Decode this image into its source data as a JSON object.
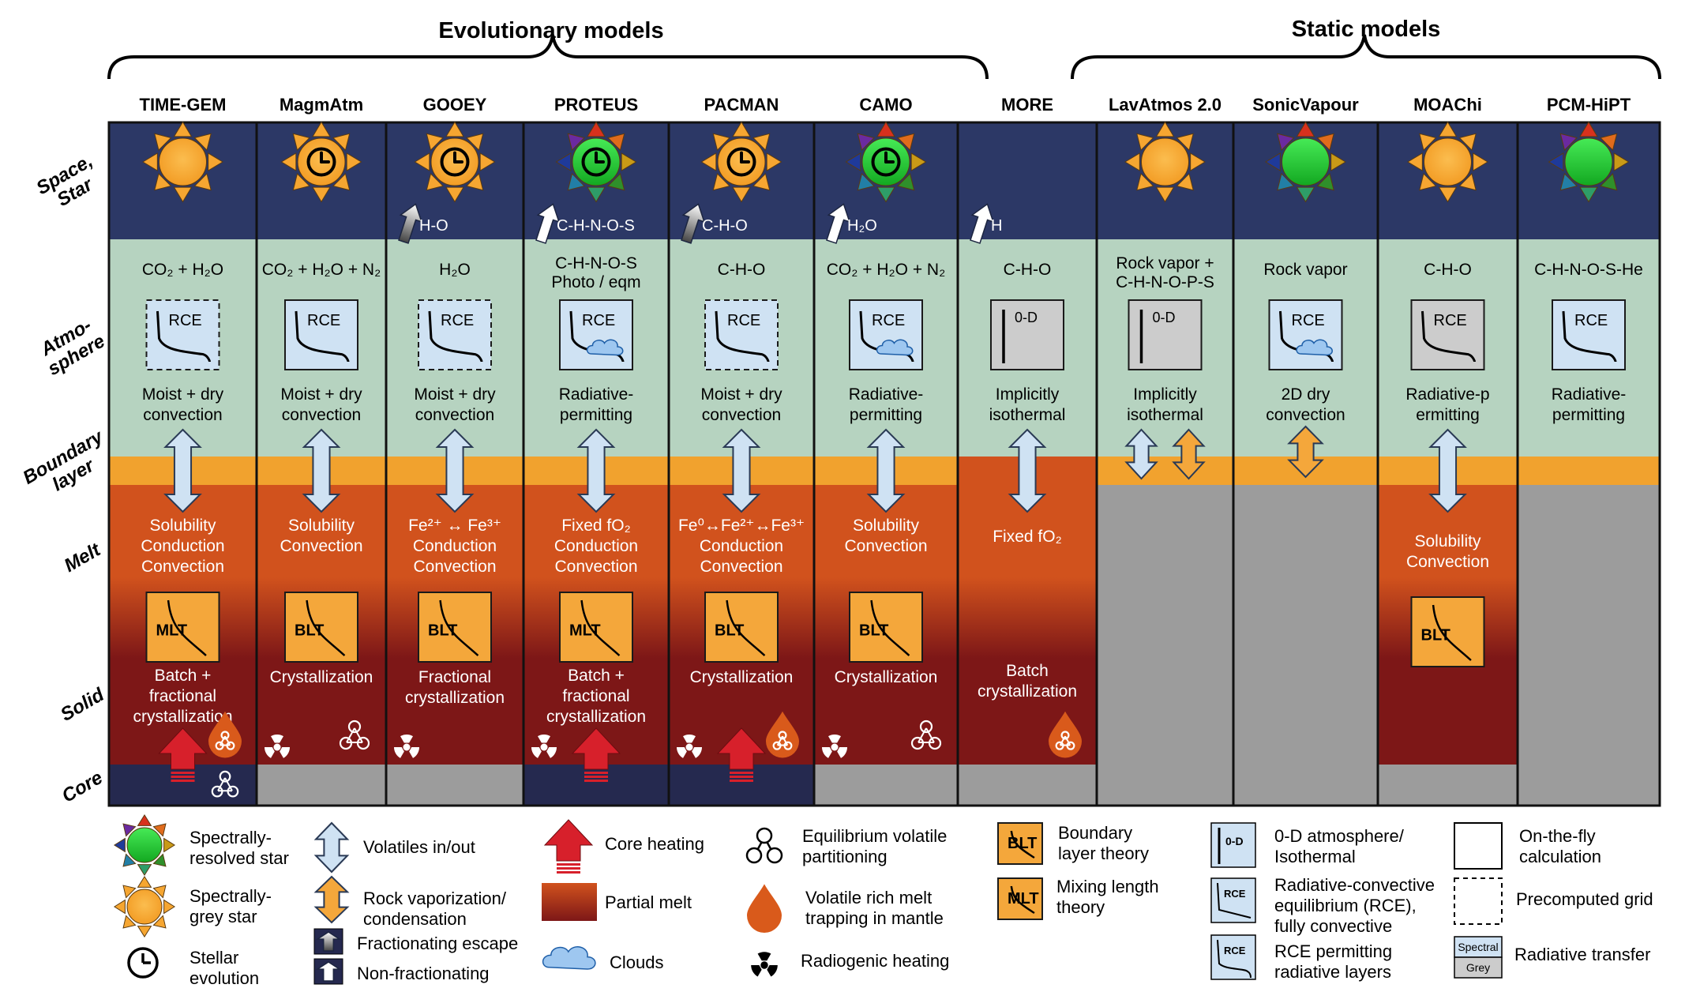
{
  "groups": {
    "evolutionary": "Evolutionary models",
    "static": "Static models"
  },
  "row_labels": {
    "space": [
      "Space,",
      "Star"
    ],
    "atmosphere": [
      "Atmo-",
      "sphere"
    ],
    "boundary": [
      "Boundary",
      "layer"
    ],
    "melt": "Melt",
    "solid": "Solid",
    "core": "Core"
  },
  "colors": {
    "space": "#2c3866",
    "atmosphere": "#b6d3c0",
    "boundary": "#f1a22e",
    "melt": "#d1521d",
    "solid": "#7d1717",
    "core": "#25294f",
    "grey_fill": "#9c9c9c",
    "box_blue": "#cfe2f3",
    "box_grey": "#cccccc",
    "box_orange": "#f4a73b",
    "star_orange": "#f6a631",
    "star_green": "#22c62f",
    "core_heating": "#d7202b"
  },
  "models": [
    {
      "name": "TIME-GEM",
      "star": "grey",
      "clock": false,
      "escape": "",
      "escape_label": "",
      "atm_lines": [
        "CO₂ + H₂O"
      ],
      "rt": "RCE",
      "rt_style": "dashed",
      "rt_fill": "blue",
      "rt_cloud": false,
      "conv_lines": [
        "Moist + dry",
        "convection"
      ],
      "bl": "arrow-blue",
      "melt_lines": [
        "Solubility",
        "Conduction",
        "Convection"
      ],
      "mix": "MLT",
      "solid_lines": [
        "Batch +",
        "fractional",
        "crystallization"
      ],
      "rad": false,
      "eq_solid": true,
      "drop": true,
      "core": "heating",
      "eq_core": true
    },
    {
      "name": "MagmAtm",
      "star": "grey",
      "clock": true,
      "escape": "",
      "escape_label": "",
      "atm_lines": [
        "CO₂ + H₂O + N₂"
      ],
      "rt": "RCE",
      "rt_style": "solid",
      "rt_fill": "blue",
      "rt_cloud": false,
      "conv_lines": [
        "Moist + dry",
        "convection"
      ],
      "bl": "arrow-blue",
      "melt_lines": [
        "Solubility",
        "Convection"
      ],
      "mix": "BLT",
      "solid_lines": [
        "Crystallization"
      ],
      "rad": true,
      "eq_solid": true,
      "drop": false,
      "core": "grey",
      "eq_core": false
    },
    {
      "name": "GOOEY",
      "star": "grey",
      "clock": true,
      "escape": "frac",
      "escape_label": "H-O",
      "atm_lines": [
        "H₂O"
      ],
      "rt": "RCE",
      "rt_style": "dashed",
      "rt_fill": "blue",
      "rt_cloud": false,
      "conv_lines": [
        "Moist + dry",
        "convection"
      ],
      "bl": "arrow-blue",
      "melt_lines": [
        "Fe²⁺ ↔ Fe³⁺",
        "Conduction",
        "Convection"
      ],
      "mix": "BLT",
      "solid_lines": [
        "Fractional",
        "crystallization"
      ],
      "rad": true,
      "eq_solid": false,
      "drop": false,
      "core": "grey",
      "eq_core": false
    },
    {
      "name": "PROTEUS",
      "star": "spectral",
      "clock": true,
      "escape": "non",
      "escape_label": "C-H-N-O-S",
      "atm_lines": [
        "C-H-N-O-S",
        "Photo / eqm"
      ],
      "rt": "RCE",
      "rt_style": "solid",
      "rt_fill": "blue",
      "rt_cloud": true,
      "conv_lines": [
        "Radiative-",
        "permitting"
      ],
      "bl": "arrow-blue",
      "melt_lines": [
        "Fixed fO₂",
        "Conduction",
        "Convection"
      ],
      "mix": "MLT",
      "solid_lines": [
        "Batch +",
        "fractional",
        "crystallization"
      ],
      "rad": true,
      "eq_solid": false,
      "drop": false,
      "core": "heating",
      "eq_core": false
    },
    {
      "name": "PACMAN",
      "star": "grey",
      "clock": true,
      "escape": "frac",
      "escape_label": "C-H-O",
      "atm_lines": [
        "C-H-O"
      ],
      "rt": "RCE",
      "rt_style": "dashed",
      "rt_fill": "blue",
      "rt_cloud": false,
      "conv_lines": [
        "Moist + dry",
        "convection"
      ],
      "bl": "arrow-blue",
      "melt_lines": [
        "Fe⁰↔Fe²⁺↔Fe³⁺",
        "Conduction",
        "Convection"
      ],
      "mix": "BLT",
      "solid_lines": [
        "Crystallization"
      ],
      "rad": true,
      "eq_solid": false,
      "drop": true,
      "core": "heating",
      "eq_core": false
    },
    {
      "name": "CAMO",
      "star": "spectral",
      "clock": true,
      "escape": "non",
      "escape_label": "H₂O",
      "atm_lines": [
        "CO₂ + H₂O + N₂"
      ],
      "rt": "RCE",
      "rt_style": "solid",
      "rt_fill": "blue",
      "rt_cloud": true,
      "conv_lines": [
        "Radiative-",
        "permitting"
      ],
      "bl": "arrow-blue",
      "melt_lines": [
        "Solubility",
        "Convection"
      ],
      "mix": "BLT",
      "solid_lines": [
        "Crystallization"
      ],
      "rad": true,
      "eq_solid": true,
      "drop": false,
      "core": "grey",
      "eq_core": false
    },
    {
      "name": "MORE",
      "star": "none",
      "clock": false,
      "escape": "non",
      "escape_label": "H",
      "atm_lines": [
        "C-H-O"
      ],
      "rt": "0-D",
      "rt_style": "solid",
      "rt_fill": "grey",
      "rt_cloud": false,
      "conv_lines": [
        "Implicitly",
        "isothermal"
      ],
      "bl": "arrow-blue-melt",
      "melt_lines": [
        "Fixed fO₂"
      ],
      "mix": "",
      "solid_lines": [
        "Batch",
        "crystallization"
      ],
      "rad": false,
      "eq_solid": false,
      "drop": true,
      "core": "grey",
      "eq_core": false
    },
    {
      "name": "LavAtmos 2.0",
      "star": "grey",
      "clock": false,
      "escape": "",
      "escape_label": "",
      "atm_lines": [
        "Rock vapor +",
        "C-H-N-O-P-S"
      ],
      "rt": "0-D",
      "rt_style": "solid",
      "rt_fill": "grey",
      "rt_cloud": false,
      "conv_lines": [
        "Implicitly",
        "isothermal"
      ],
      "bl": "both",
      "melt_lines": [],
      "mix": "",
      "solid_lines": [],
      "rad": false,
      "eq_solid": false,
      "drop": false,
      "core": "none",
      "eq_core": false
    },
    {
      "name": "SonicVapour",
      "star": "spectral",
      "clock": false,
      "escape": "",
      "escape_label": "",
      "atm_lines": [
        "Rock vapor"
      ],
      "rt": "RCE",
      "rt_style": "solid",
      "rt_fill": "blue",
      "rt_cloud": true,
      "conv_lines": [
        "2D dry",
        "convection"
      ],
      "bl": "arrow-orange",
      "melt_lines": [],
      "mix": "",
      "solid_lines": [],
      "rad": false,
      "eq_solid": false,
      "drop": false,
      "core": "none",
      "eq_core": false
    },
    {
      "name": "MOAChi",
      "star": "grey",
      "clock": false,
      "escape": "",
      "escape_label": "",
      "atm_lines": [
        "C-H-O"
      ],
      "rt": "RCE",
      "rt_style": "solid",
      "rt_fill": "grey",
      "rt_cloud": false,
      "conv_lines": [
        "Radiative-p",
        "ermitting"
      ],
      "bl": "arrow-blue",
      "melt_lines": [
        "Solubility",
        "Convection"
      ],
      "mix": "BLT",
      "solid_lines": [],
      "rad": false,
      "eq_solid": false,
      "drop": false,
      "core": "grey",
      "eq_core": false
    },
    {
      "name": "PCM-HiPT",
      "star": "spectral",
      "clock": false,
      "escape": "",
      "escape_label": "",
      "atm_lines": [
        "C-H-N-O-S-He"
      ],
      "rt": "RCE",
      "rt_style": "solid",
      "rt_fill": "blue",
      "rt_cloud": false,
      "conv_lines": [
        "Radiative-",
        "permitting"
      ],
      "bl": "none",
      "melt_lines": [],
      "mix": "",
      "solid_lines": [],
      "rad": false,
      "eq_solid": false,
      "drop": false,
      "core": "none",
      "eq_core": false
    }
  ],
  "legend": {
    "spectral_star": [
      "Spectrally-",
      "resolved star"
    ],
    "grey_star": [
      "Spectrally-",
      "grey star"
    ],
    "stellar_evolution": [
      "Stellar",
      "evolution"
    ],
    "volatiles": "Volatiles in/out",
    "rock_vapor": [
      "Rock vaporization/",
      "condensation"
    ],
    "frac_escape": "Fractionating escape",
    "nonfrac_escape": "Non-fractionating",
    "core_heating": "Core heating",
    "partial_melt": "Partial melt",
    "clouds": "Clouds",
    "eq_partition": [
      "Equilibrium volatile",
      "partitioning"
    ],
    "trapping": [
      "Volatile rich melt",
      "trapping in mantle"
    ],
    "radiogenic": "Radiogenic heating",
    "blt": [
      "Boundary",
      "layer theory"
    ],
    "mlt": [
      "Mixing length",
      "theory"
    ],
    "zero_d": [
      "0-D atmosphere/",
      "Isothermal"
    ],
    "rce_full": [
      "Radiative-convective",
      "equilibrium (RCE),",
      "fully convective"
    ],
    "rce_perm": [
      "RCE permitting",
      "radiative layers"
    ],
    "on_the_fly": [
      "On-the-fly",
      "calculation"
    ],
    "precomputed": "Precomputed grid",
    "rt_label": "Radiative transfer",
    "spectral_word": "Spectral",
    "grey_word": "Grey",
    "box_rce": "RCE",
    "box_0d": "0-D",
    "box_blt": "BLT",
    "box_mlt": "MLT"
  }
}
